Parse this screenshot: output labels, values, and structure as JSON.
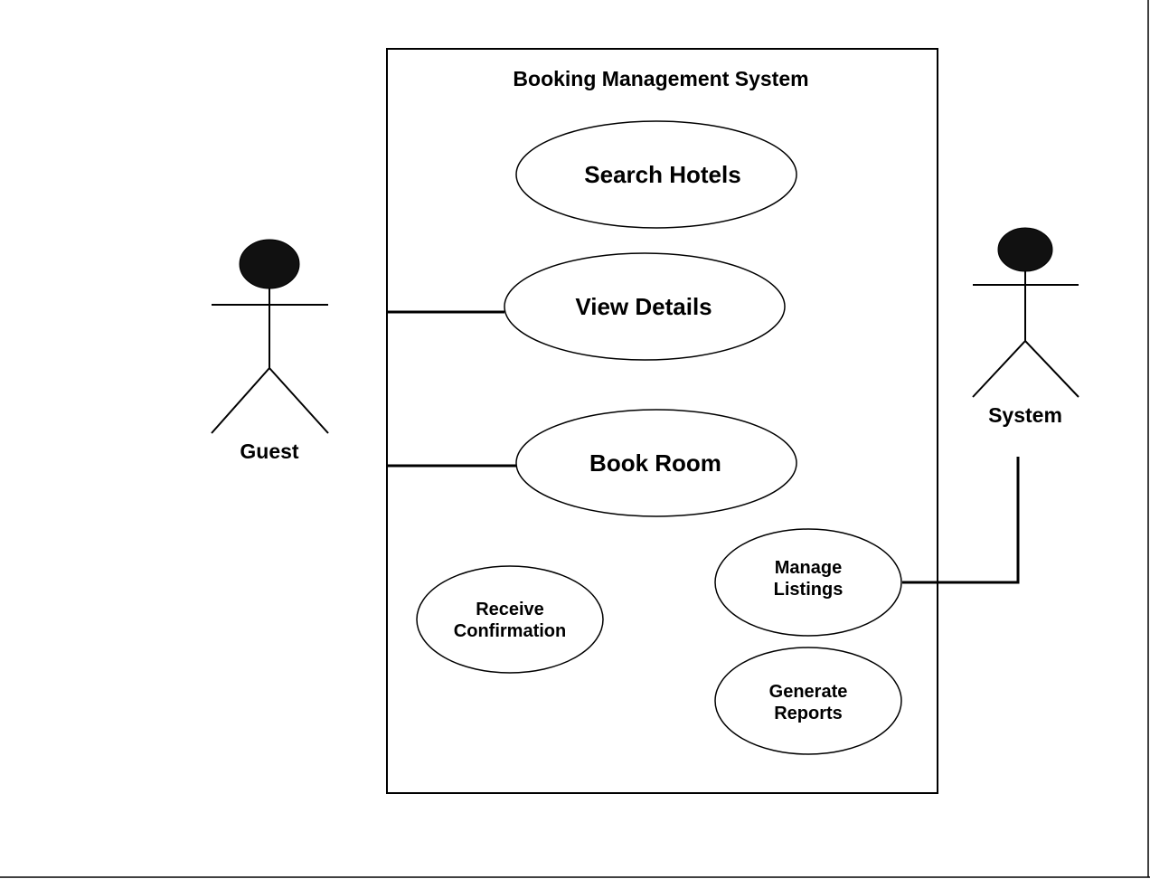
{
  "diagram": {
    "type": "use-case",
    "system": {
      "title": "Booking Management System"
    },
    "actors": [
      {
        "id": "guest",
        "label": "Guest"
      },
      {
        "id": "system",
        "label": "System"
      }
    ],
    "use_cases": [
      {
        "id": "search-hotels",
        "lines": [
          "Search Hotels"
        ]
      },
      {
        "id": "view-details",
        "lines": [
          "View Details"
        ]
      },
      {
        "id": "book-room",
        "lines": [
          "Book Room"
        ]
      },
      {
        "id": "receive-confirmation",
        "lines": [
          "Receive",
          "Confirmation"
        ]
      },
      {
        "id": "manage-listings",
        "lines": [
          "Manage",
          "Listings"
        ]
      },
      {
        "id": "generate-reports",
        "lines": [
          "Generate",
          "Reports"
        ]
      }
    ],
    "associations": [
      {
        "from": "guest",
        "to": "view-details"
      },
      {
        "from": "guest",
        "to": "book-room"
      },
      {
        "from": "system",
        "to": "manage-listings"
      }
    ],
    "colors": {
      "stroke": "#000000",
      "actor_head": "#111111",
      "background": "#ffffff"
    }
  }
}
